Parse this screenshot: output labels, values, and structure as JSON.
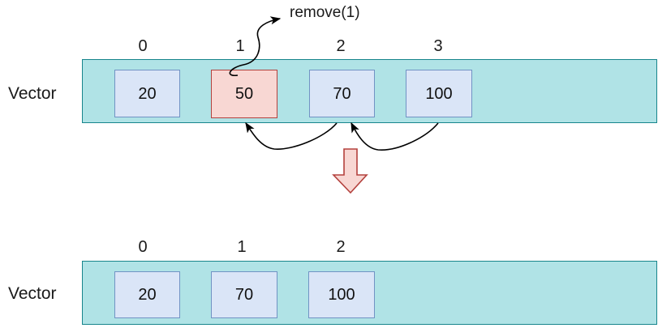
{
  "diagram": {
    "title_operation": "remove(1)",
    "colors": {
      "container_fill": "#b0e3e6",
      "container_border": "#17858c",
      "cell_fill": "#dae5f7",
      "cell_border": "#7193c4",
      "removed_cell_fill": "#f8d7d3",
      "removed_cell_border": "#b4413d",
      "arrow_stroke": "#000000",
      "transition_arrow_fill": "#f8d7d3",
      "transition_arrow_stroke": "#b4413d",
      "text": "#1a1a1a"
    },
    "before": {
      "row_label": "Vector",
      "indices": [
        "0",
        "1",
        "2",
        "3"
      ],
      "values": [
        "20",
        "50",
        "70",
        "100"
      ],
      "removed_index": 1,
      "removed_value": "50"
    },
    "after": {
      "row_label": "Vector",
      "indices": [
        "0",
        "1",
        "2"
      ],
      "values": [
        "20",
        "70",
        "100"
      ]
    },
    "annotations": {
      "operation_call": "remove(1)",
      "shift_arrows": [
        {
          "from_value": "70",
          "to_value": "50"
        },
        {
          "from_value": "100",
          "to_value": "70"
        }
      ],
      "transition_arrow": "down-arrow"
    },
    "icons": {
      "curved_pointer": "curved-arrow-icon",
      "shift_pointer": "shift-arrow-icon",
      "down_pointer": "down-arrow-icon"
    }
  }
}
